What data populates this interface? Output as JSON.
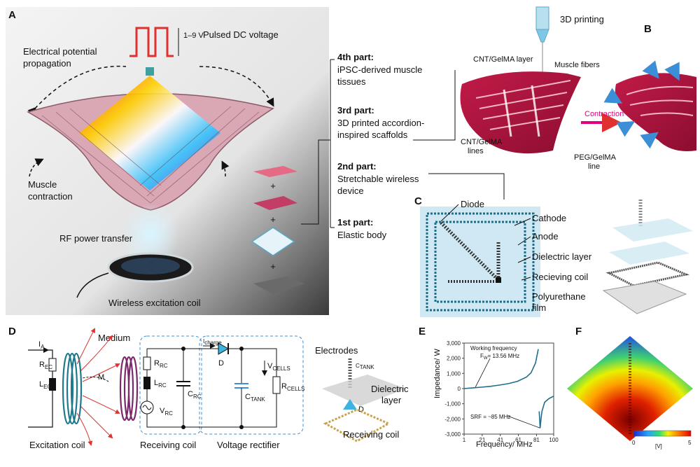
{
  "panels": {
    "a": "A",
    "b": "B",
    "c": "C",
    "d": "D",
    "e": "E",
    "f": "F"
  },
  "panel_a": {
    "voltage_range": "1–9 V",
    "voltage_label": "Pulsed DC voltage",
    "propagation_line1": "Electrical potential",
    "propagation_line2": "propagation",
    "contraction_line1": "Muscle",
    "contraction_line2": "contraction",
    "rf_label": "RF power transfer",
    "coil_label": "Wireless excitation coil",
    "plus": "+"
  },
  "parts": [
    {
      "heading": "4th part:",
      "line1": "iPSC-derived muscle",
      "line2": "tissues"
    },
    {
      "heading": "3rd part:",
      "line1": "3D printed accordion-",
      "line2": "inspired scaffolds"
    },
    {
      "heading": "2nd part:",
      "line1": "Stretchable wireless",
      "line2": "device"
    },
    {
      "heading": "1st part:",
      "line1": "Elastic body",
      "line2": ""
    }
  ],
  "panel_b": {
    "printing": "3D printing",
    "cnt_layer": "CNT/GelMA layer",
    "muscle_fibers": "Muscle fibers",
    "cnt_lines1": "CNT/GelMA",
    "cnt_lines2": "lines",
    "peg1": "PEG/GelMA",
    "peg2": "line",
    "contraction": "Contraction"
  },
  "panel_c": {
    "diode": "Diode",
    "cathode": "Cathode",
    "anode": "Anode",
    "dielectric": "Dielectric layer",
    "coil": "Recieving coil",
    "poly1": "Polyurethane",
    "poly2": "film"
  },
  "panel_d": {
    "medium": "Medium",
    "ia": "I",
    "ia_sub": "A",
    "r_ec": "R",
    "r_ec_sub": "EC",
    "l_ec": "L",
    "l_ec_sub": "EC",
    "m": "M",
    "r_rc": "R",
    "r_rc_sub": "RC",
    "l_rc": "L",
    "l_rc_sub": "RC",
    "v_rc": "V",
    "v_rc_sub": "RC",
    "c_rc": "C",
    "c_rc_sub": "RC",
    "i_charge": "I",
    "i_charge_sub": "charge",
    "d": "D",
    "c_tank": "C",
    "c_tank_sub": "TANK",
    "v_cells": "V",
    "v_cells_sub": "CELLS",
    "r_cells": "R",
    "r_cells_sub": "CELLS",
    "excitation": "Excitation coil",
    "receiving": "Receiving coil",
    "rectifier": "Voltage rectifier",
    "electrodes": "Electrodes",
    "dielectric1": "Dielectric",
    "dielectric2": "layer",
    "receiving_coil": "Receiving coil",
    "d2": "D",
    "c_tank2": "C",
    "c_tank2_sub": "TANK"
  },
  "panel_f": {
    "scale_min": "0",
    "scale_max": "5",
    "unit": "[V]"
  },
  "chart_data": {
    "type": "line",
    "xlabel": "Frequency/ MHz",
    "ylabel": "Impedance/ W",
    "xlim": [
      1,
      100
    ],
    "ylim": [
      -3000,
      3000
    ],
    "xticks": [
      "1",
      "21",
      "41",
      "61",
      "81",
      "100"
    ],
    "yticks": [
      "3,000",
      "2,000",
      "1,000",
      "0",
      "-1,000",
      "-2,000",
      "-3,000"
    ],
    "annotations": [
      "Working frequency",
      "F",
      "= 13.56 MHz",
      "SRF = ~85 MHz"
    ],
    "series": [
      {
        "x": [
          1,
          10,
          20,
          30,
          40,
          50,
          60,
          70,
          75,
          80,
          83,
          84,
          85,
          86,
          87,
          90,
          95,
          100
        ],
        "y": [
          0,
          40,
          90,
          150,
          230,
          330,
          480,
          760,
          1050,
          1700,
          2600,
          -1500,
          -2600,
          -2000,
          -1500,
          -900,
          -650,
          -500
        ]
      }
    ]
  },
  "colors": {
    "coil_blue": "#1f6f8b",
    "muscle_red": "#a3123a",
    "light_blue": "#cfe8f3",
    "magenta": "#e3007e",
    "arrow_blue": "#3c8fd6"
  }
}
